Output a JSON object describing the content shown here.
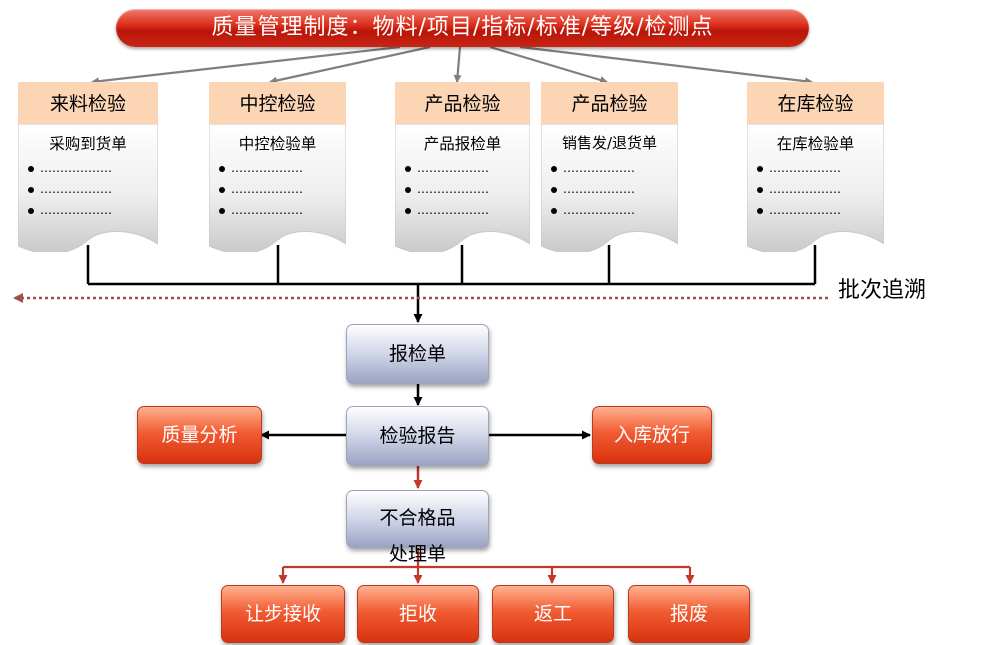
{
  "banner": {
    "title": "质量管理制度：物料/项目/指标/标准/等级/检测点"
  },
  "documents": [
    {
      "title": "来料检验",
      "form": "采购到货单",
      "bullets": [
        "………………",
        "………………",
        "………………"
      ]
    },
    {
      "title": "中控检验",
      "form": "中控检验单",
      "bullets": [
        "………………",
        "………………",
        "………………"
      ]
    },
    {
      "title": "产品检验",
      "form": "产品报检单",
      "bullets": [
        "………………",
        "………………",
        "………………"
      ]
    },
    {
      "title": "产品检验",
      "form": "销售发/退货单",
      "bullets": [
        "………………",
        "………………",
        "………………"
      ]
    },
    {
      "title": "在库检验",
      "form": "在库检验单",
      "bullets": [
        "………………",
        "………………",
        "………………"
      ]
    }
  ],
  "trace": {
    "label": "批次追溯"
  },
  "flow": {
    "inspection_request": "报检单",
    "inspection_report": "检验报告",
    "quality_analysis": "质量分析",
    "warehouse_release": "入库放行",
    "nonconforming_line1": "不合格品",
    "nonconforming_line2": "处理单"
  },
  "dispositions": [
    {
      "label": "让步接收"
    },
    {
      "label": "拒收"
    },
    {
      "label": "返工"
    },
    {
      "label": "报废"
    }
  ],
  "colors": {
    "banner": "#c8200f",
    "doc_header": "#fcd5b5",
    "action_box": "#e8461d",
    "process_box": "#c6cce2",
    "red_arrow": "#c0392b",
    "grey_arrow": "#7f7f7f",
    "trace_line": "#a0504a"
  }
}
